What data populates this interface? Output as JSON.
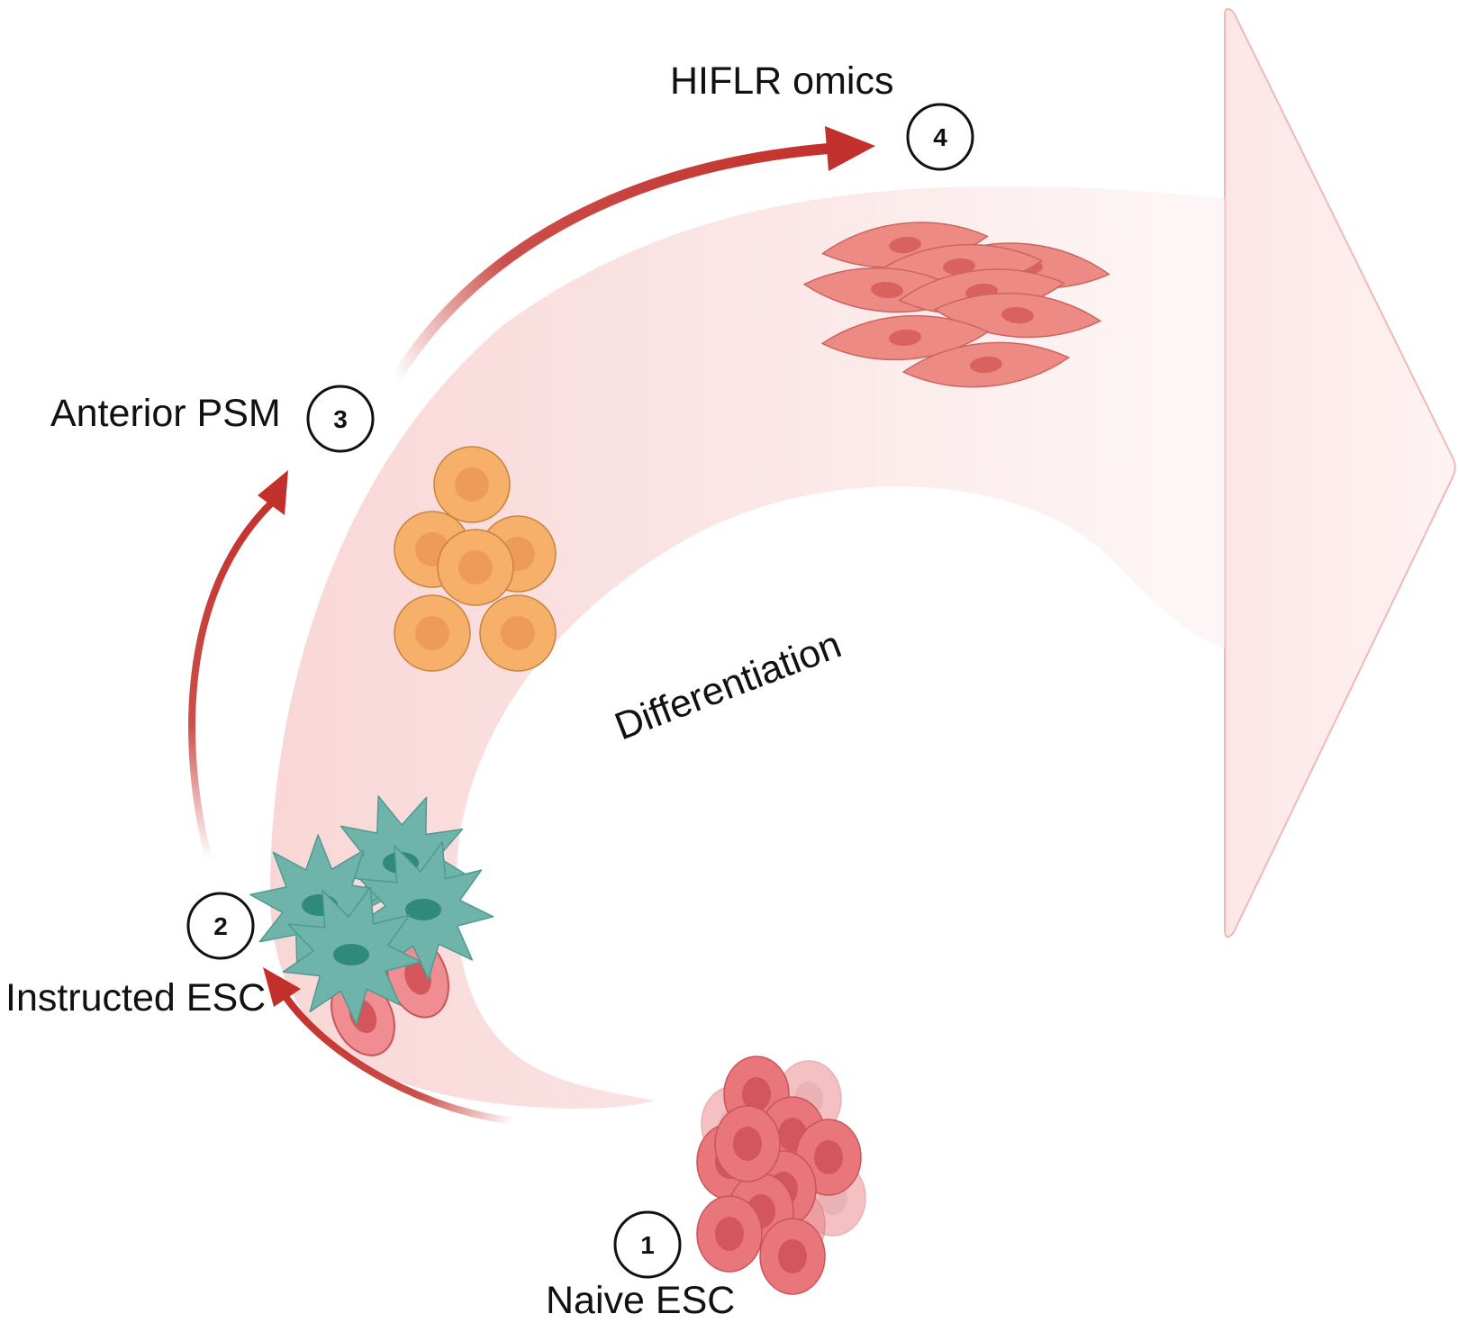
{
  "colors": {
    "band": "#fbe4e4",
    "arrow": "#c2302b",
    "naive_cell": "#e8767a",
    "naive_nucleus": "#d2565c",
    "instructed_cell": "#f08d92",
    "mesenchymal_cell": "#6fb4aa",
    "mesenchymal_nucleus": "#2f8a7a",
    "psm_cell": "#f7b06a",
    "psm_nucleus": "#ee9b5a",
    "fibroblast_cell": "#ee8a84",
    "fibroblast_nucleus": "#d9625f"
  },
  "stages": [
    {
      "number": "1",
      "label": "Naive ESC"
    },
    {
      "number": "2",
      "label": "Instructed ESC"
    },
    {
      "number": "3",
      "label": "Anterior PSM"
    },
    {
      "number": "4",
      "label": "HIFLR omics"
    }
  ],
  "band_label": "Differentiation"
}
